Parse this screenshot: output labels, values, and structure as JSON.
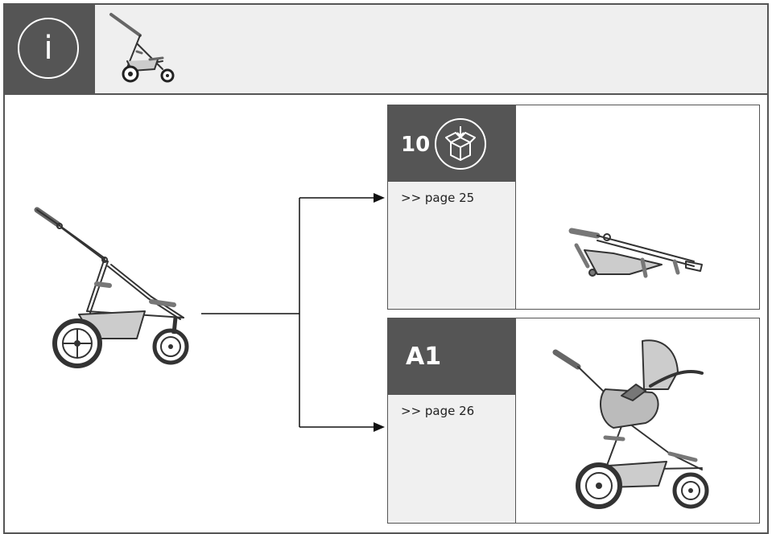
{
  "header": {
    "info_symbol": "i",
    "info_icon": "info-icon",
    "stroller_icon": "stroller-icon"
  },
  "cards": [
    {
      "number": "10",
      "icon": "box-unpack-icon",
      "page_ref": ">> page 25",
      "illustration": "folded-stroller"
    },
    {
      "code": "A1",
      "page_ref": ">> page 26",
      "illustration": "stroller-with-car-seat"
    }
  ],
  "colors": {
    "dark": "#555555",
    "panel": "#f0f0f0",
    "header_bg": "#efefef"
  }
}
